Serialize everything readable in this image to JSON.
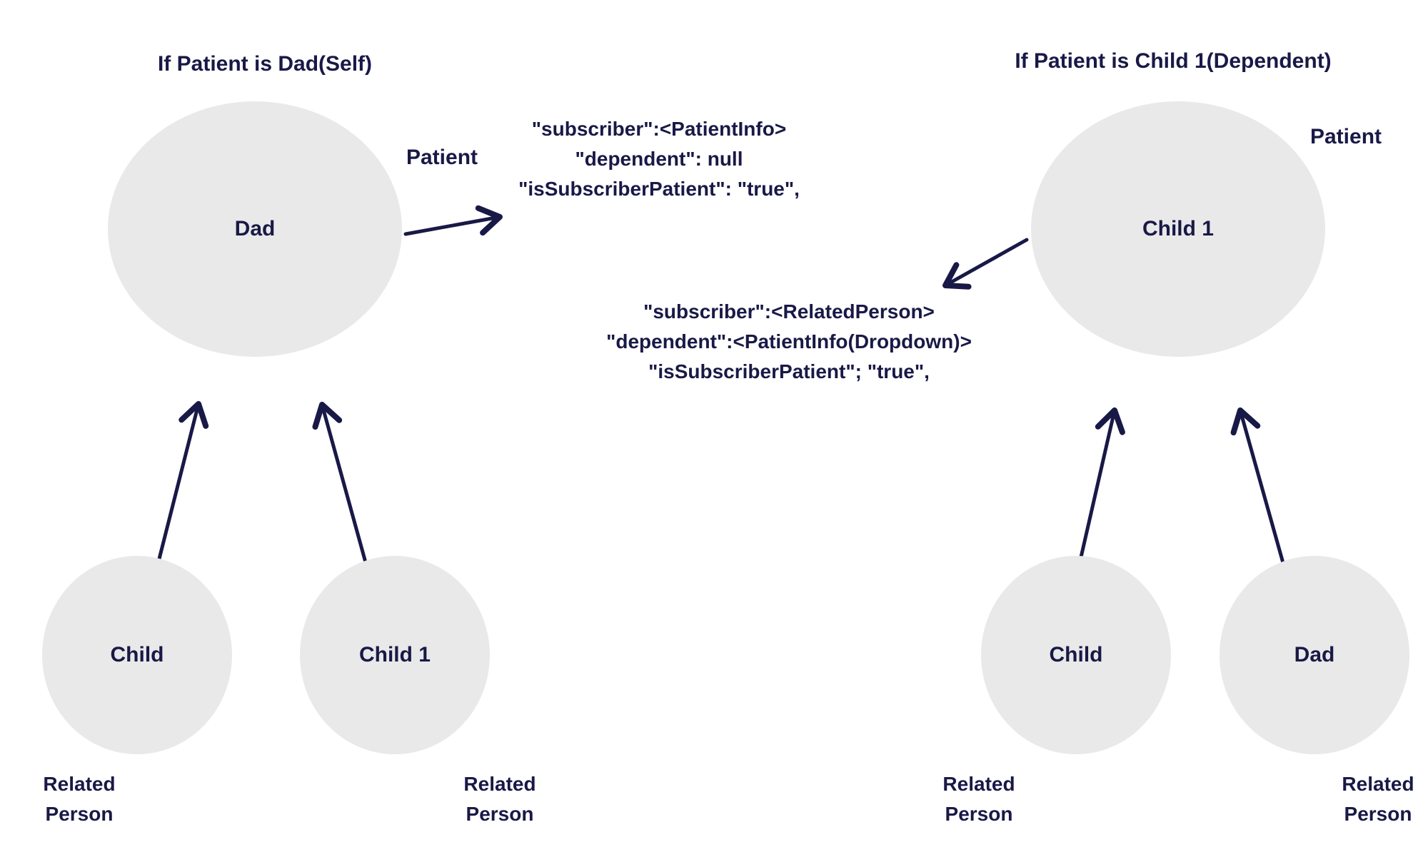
{
  "colors": {
    "text_navy": "#191947",
    "ellipse_fill": "#e9e9e9",
    "background": "#ffffff"
  },
  "left_scenario": {
    "title": "If Patient is Dad(Self)",
    "patient_label": "Patient",
    "subscriber": {
      "label": "Dad"
    },
    "json_lines": [
      "\"subscriber\":<PatientInfo>",
      "\"dependent\": null",
      "\"isSubscriberPatient\": \"true\","
    ],
    "dependents": [
      {
        "label": "Child",
        "role": "Related Person"
      },
      {
        "label": "Child 1",
        "role": "Related Person"
      }
    ]
  },
  "right_scenario": {
    "title": "If Patient is Child 1(Dependent)",
    "patient_label": "Patient",
    "subscriber": {
      "label": "Child 1"
    },
    "json_lines": [
      "\"subscriber\":<RelatedPerson>",
      "\"dependent\":<PatientInfo(Dropdown)>",
      "\"isSubscriberPatient\"; \"true\","
    ],
    "dependents": [
      {
        "label": "Child",
        "role": "Related Person"
      },
      {
        "label": "Dad",
        "role": "Related Person"
      }
    ]
  }
}
